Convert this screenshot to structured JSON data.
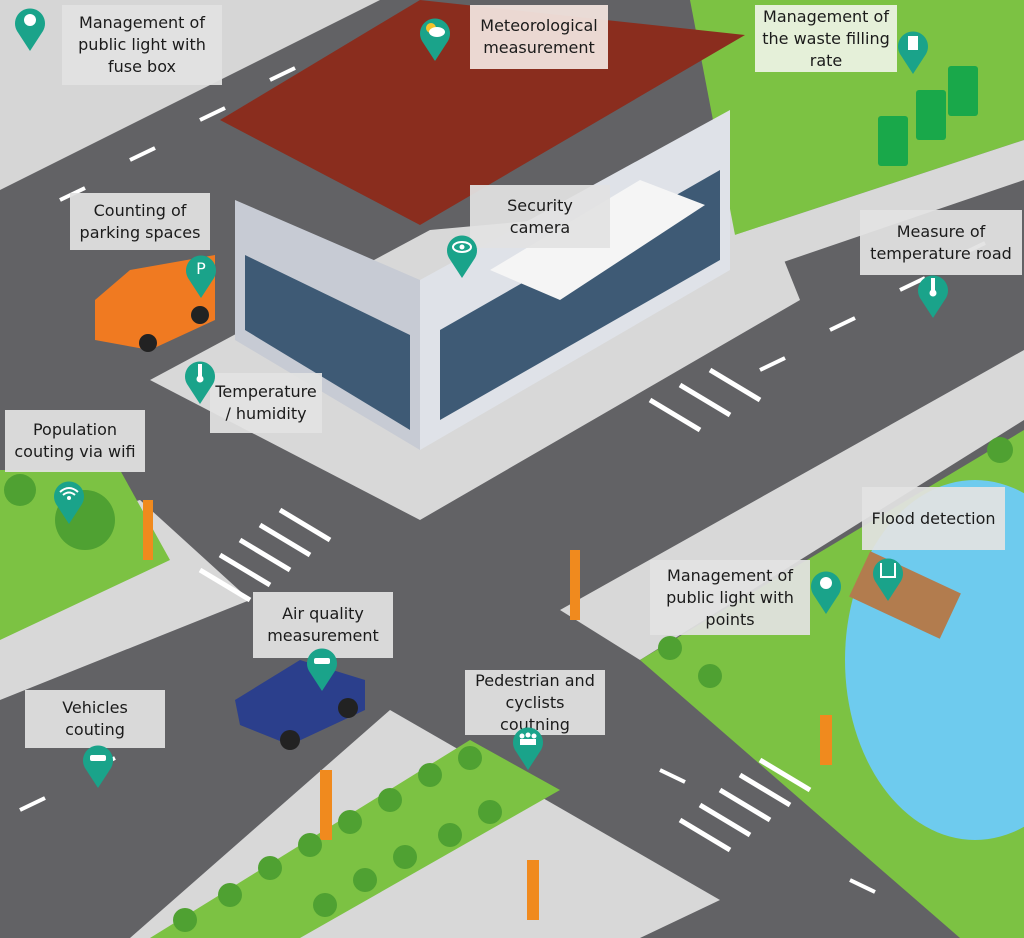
{
  "labels": {
    "fuse_box": "Management of public light with fuse box",
    "meteo": "Meteorological measurement",
    "waste": "Management of the waste filling rate",
    "parking": "Counting of parking spaces",
    "camera": "Security camera",
    "temp_road": "Measure of temperature road",
    "temp_humidity": "Temperature / humidity",
    "population": "Population couting via wifi",
    "flood": "Flood detection",
    "light_points": "Management of public light with points",
    "air_quality": "Air quality measurement",
    "vehicles": "Vehicles couting",
    "pedestrians": "Pedestrian and cyclists coutning"
  },
  "parking_sign": "P",
  "colors": {
    "pin": "#1aa38a",
    "road": "#626265",
    "sidewalk": "#d8d8d8",
    "grass": "#7cc243",
    "lake": "#6ecbee",
    "roof": "#8a2d1e",
    "bin": "#19a84a"
  }
}
